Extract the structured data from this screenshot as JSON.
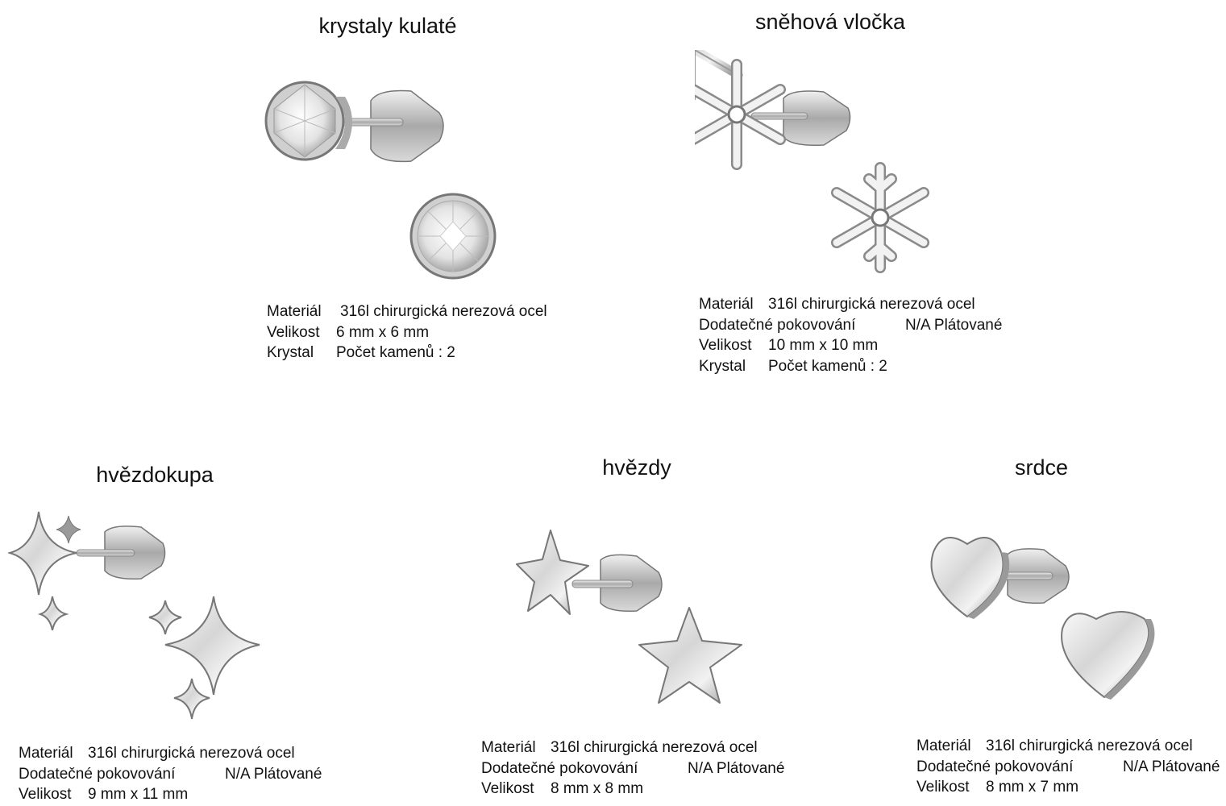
{
  "products": [
    {
      "id": "round-crystals",
      "title": "krystaly kulaté",
      "specs": [
        {
          "label": "Materiál",
          "value": "316l chirurgická nerezová ocel"
        },
        {
          "label": "Velikost",
          "value": "6 mm x 6 mm"
        },
        {
          "label": "Krystal",
          "value": "Počet kamenů : 2"
        }
      ]
    },
    {
      "id": "snowflake",
      "title": "sněhová vločka",
      "specs": [
        {
          "label": "Materiál",
          "value": "316l chirurgická nerezová ocel"
        },
        {
          "label": "Dodatečné pokovování",
          "value": "N/A Plátované"
        },
        {
          "label": "Velikost",
          "value": "10 mm x 10 mm"
        },
        {
          "label": "Krystal",
          "value": "Počet kamenů : 2"
        }
      ]
    },
    {
      "id": "star-cluster",
      "title": "hvězdokupa",
      "specs": [
        {
          "label": "Materiál",
          "value": "316l chirurgická nerezová ocel"
        },
        {
          "label": "Dodatečné pokovování",
          "value": "N/A Plátované"
        },
        {
          "label": "Velikost",
          "value": "9 mm x 11 mm"
        }
      ]
    },
    {
      "id": "stars",
      "title": "hvězdy",
      "specs": [
        {
          "label": "Materiál",
          "value": "316l chirurgická nerezová ocel"
        },
        {
          "label": "Dodatečné pokovování",
          "value": "N/A Plátované"
        },
        {
          "label": "Velikost",
          "value": "8 mm x 8 mm"
        }
      ]
    },
    {
      "id": "hearts",
      "title": "srdce",
      "specs": [
        {
          "label": "Materiál",
          "value": "316l chirurgická nerezová ocel"
        },
        {
          "label": "Dodatečné pokovování",
          "value": "N/A Plátované"
        },
        {
          "label": "Velikost",
          "value": "8 mm x 7 mm"
        }
      ]
    }
  ],
  "colors": {
    "text": "#111111",
    "metal_light": "#f4f4f4",
    "metal_dark": "#8a8a8a"
  }
}
